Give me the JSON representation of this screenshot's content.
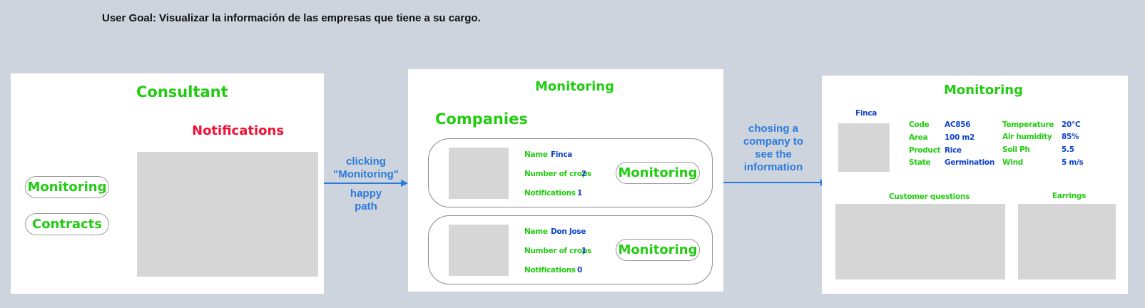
{
  "user_goal": "User Goal: Visualizar la información de las empresas que tiene a su cargo.",
  "screen1": {
    "title": "Consultant",
    "notifications_title": "Notifications",
    "buttons": [
      "Monitoring",
      "Contracts"
    ]
  },
  "arrow1": {
    "line1": "clicking",
    "line2": "\"Monitoring\"",
    "line3": "happy",
    "line4": "path"
  },
  "screen2": {
    "title": "Monitoring",
    "subtitle": "Companies",
    "cards": [
      {
        "name_label": "Name",
        "name": "Finca",
        "crops_label": "Number of crops",
        "crops": "2",
        "notif_label": "Notifications",
        "notif": "1",
        "button": "Monitoring"
      },
      {
        "name_label": "Name",
        "name": "Don Jose",
        "crops_label": "Number of crops",
        "crops": "1",
        "notif_label": "Notifications",
        "notif": "0",
        "button": "Monitoring"
      }
    ]
  },
  "arrow2": {
    "line1": "chosing a",
    "line2": "company to",
    "line3": "see the",
    "line4": "information"
  },
  "screen3": {
    "title": "Monitoring",
    "farm_name": "Finca",
    "details_left": [
      {
        "label": "Code",
        "value": "AC856"
      },
      {
        "label": "Area",
        "value": "100 m2"
      },
      {
        "label": "Product",
        "value": "Rice"
      },
      {
        "label": "State",
        "value": "Germination"
      }
    ],
    "details_right": [
      {
        "label": "Temperature",
        "value": "20°C"
      },
      {
        "label": "Air humidity",
        "value": "85%"
      },
      {
        "label": "Soil Ph",
        "value": "5.5"
      },
      {
        "label": "Wind",
        "value": "5 m/s"
      }
    ],
    "customer_questions": "Customer questions",
    "earrings": "Earrings"
  },
  "colors": {
    "background": "#cdd4dd",
    "green": "#22cc11",
    "blue": "#1144cc",
    "red": "#ee1133",
    "arrow": "#2b7bdc"
  }
}
